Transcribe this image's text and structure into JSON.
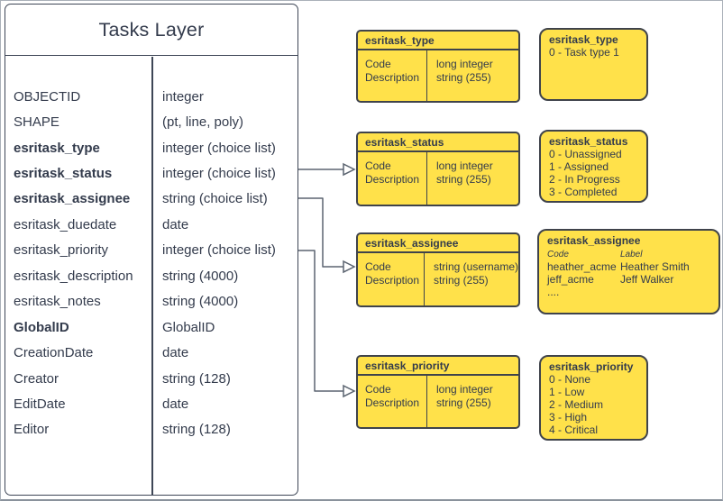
{
  "table": {
    "title": "Tasks Layer",
    "fields": [
      {
        "name": "OBJECTID",
        "type": "integer",
        "bold": false
      },
      {
        "name": "SHAPE",
        "type": "(pt, line, poly)",
        "bold": false
      },
      {
        "name": "esritask_type",
        "type": "integer (choice list)",
        "bold": true
      },
      {
        "name": "esritask_status",
        "type": "integer (choice list)",
        "bold": true
      },
      {
        "name": "esritask_assignee",
        "type": "string (choice list)",
        "bold": true
      },
      {
        "name": "esritask_duedate",
        "type": "date",
        "bold": false
      },
      {
        "name": "esritask_priority",
        "type": "integer (choice list)",
        "bold": false
      },
      {
        "name": "esritask_description",
        "type": "string (4000)",
        "bold": false
      },
      {
        "name": "esritask_notes",
        "type": "string (4000)",
        "bold": false
      },
      {
        "name": "GlobalID",
        "type": "GlobalID",
        "bold": true
      },
      {
        "name": "CreationDate",
        "type": "date",
        "bold": false
      },
      {
        "name": "Creator",
        "type": "string (128)",
        "bold": false
      },
      {
        "name": "EditDate",
        "type": "date",
        "bold": false
      },
      {
        "name": "Editor",
        "type": "string (128)",
        "bold": false
      }
    ]
  },
  "spec_boxes": [
    {
      "title": "esritask_type",
      "code_label": "Code",
      "description_label": "Description",
      "code_type": "long integer",
      "description_type": "string (255)"
    },
    {
      "title": "esritask_status",
      "code_label": "Code",
      "description_label": "Description",
      "code_type": "long integer",
      "description_type": "string (255)"
    },
    {
      "title": "esritask_assignee",
      "code_label": "Code",
      "description_label": "Description",
      "code_type": "string (username)",
      "description_type": "string (255)"
    },
    {
      "title": "esritask_priority",
      "code_label": "Code",
      "description_label": "Description",
      "code_type": "long integer",
      "description_type": "string (255)"
    }
  ],
  "value_boxes": {
    "type": {
      "title": "esritask_type",
      "lines": [
        "0 - Task type 1"
      ]
    },
    "status": {
      "title": "esritask_status",
      "lines": [
        "0 - Unassigned",
        "1 - Assigned",
        "2 - In Progress",
        "3 - Completed"
      ]
    },
    "assignee": {
      "title": "esritask_assignee",
      "columns": [
        "Code",
        "Label"
      ],
      "rows": [
        [
          "heather_acme",
          "Heather Smith"
        ],
        [
          "jeff_acme",
          "Jeff Walker"
        ]
      ],
      "ellipsis": "...."
    },
    "priority": {
      "title": "esritask_priority",
      "lines": [
        "0 - None",
        "1 - Low",
        "2 - Medium",
        "3 - High",
        "4 - Critical"
      ]
    }
  },
  "colors": {
    "box_fill": "#ffe14a",
    "box_border": "#3f434b",
    "table_border": "#3e4656",
    "text": "#333b4c",
    "connector": "#5b6470"
  }
}
